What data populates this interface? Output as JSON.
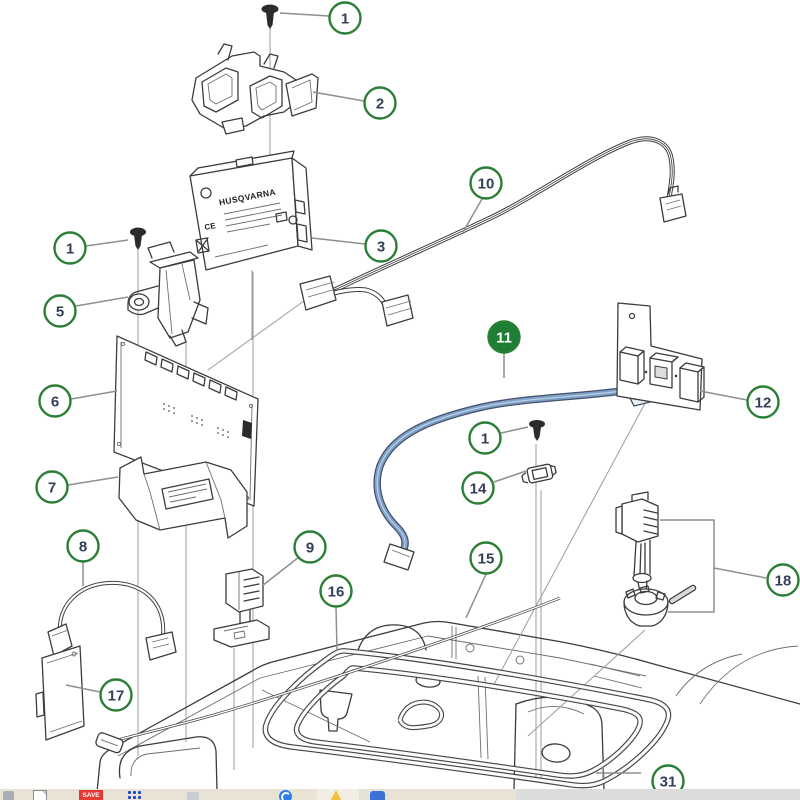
{
  "diagram": {
    "type": "exploded-parts-diagram",
    "part3": {
      "brand": "HUSQVARNA",
      "ce_mark": "CE"
    },
    "callouts": [
      {
        "label": "1"
      },
      {
        "label": "2"
      },
      {
        "label": "3"
      },
      {
        "label": "1"
      },
      {
        "label": "5"
      },
      {
        "label": "6"
      },
      {
        "label": "7"
      },
      {
        "label": "8"
      },
      {
        "label": "9"
      },
      {
        "label": "10"
      },
      {
        "label": "11",
        "highlighted": true
      },
      {
        "label": "12"
      },
      {
        "label": "1"
      },
      {
        "label": "14"
      },
      {
        "label": "15"
      },
      {
        "label": "16"
      },
      {
        "label": "17"
      },
      {
        "label": "18"
      },
      {
        "label": "31"
      }
    ],
    "colors": {
      "callout_ring": "#2b7e35",
      "callout_number": "#333f58",
      "highlight_fill": "#1e7e34",
      "cable_blue": "#7da0c9",
      "line_dark": "#3c3c3c",
      "leader_grey": "#8f8f8f"
    }
  },
  "taskbar": {
    "save_label": "SAVE",
    "icons": [
      "window-icon",
      "document-icon",
      "save-badge",
      "apps-grid-icon",
      "ghost-window-icon",
      "browser-icon",
      "warning-triangle-icon",
      "blue-app-icon"
    ],
    "colors": {
      "left_bg": "#e9e3d6",
      "right_bg": "#dcdcda",
      "save_red": "#e53935"
    }
  }
}
